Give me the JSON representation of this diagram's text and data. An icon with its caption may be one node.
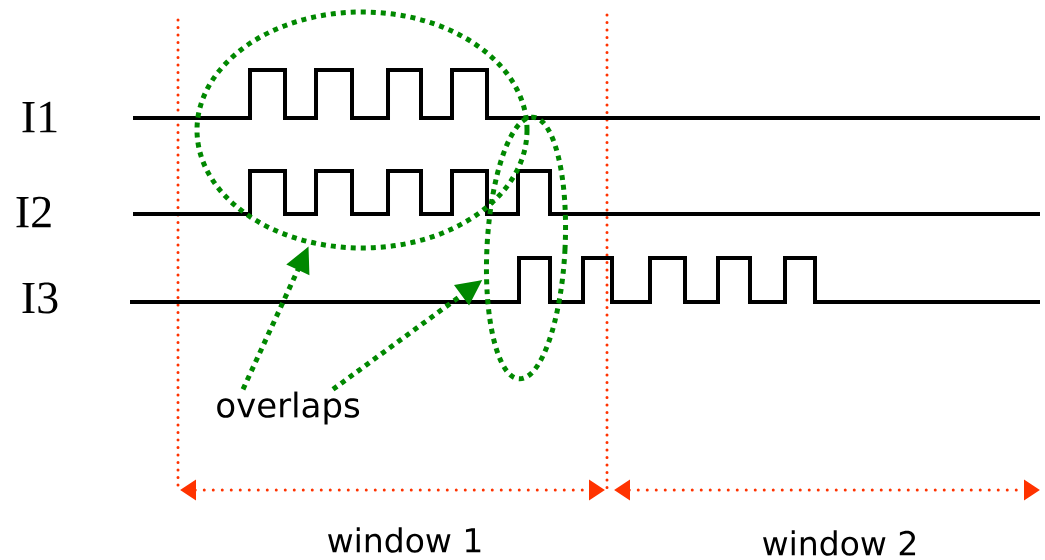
{
  "diagram": {
    "nodes": [
      {
        "text": [
          "overlaps"
        ]
      },
      {
        "text": [],
        "shape": "ellipse"
      },
      {
        "text": [],
        "shape": "ellipse"
      }
    ],
    "edges": [
      {
        "from": 0,
        "to": 1,
        "arrow": "to"
      },
      {
        "from": 0,
        "to": 2,
        "arrow": "to"
      }
    ],
    "labels": [
      "I1",
      "I2",
      "I3",
      "window 1",
      "window 2"
    ]
  }
}
